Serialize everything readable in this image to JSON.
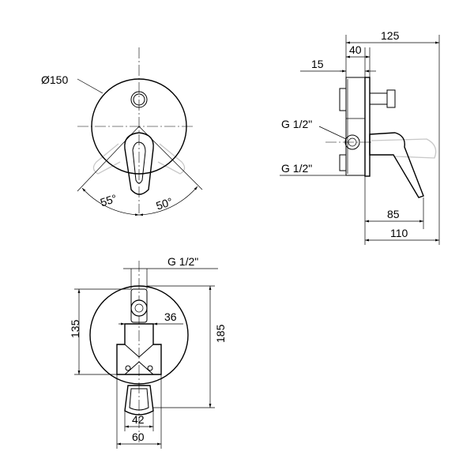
{
  "front_view": {
    "diameter_label": "Ø150",
    "angle_left_label": "55°",
    "angle_right_label": "50°"
  },
  "side_view": {
    "width_total_label": "125",
    "width_40_label": "40",
    "width_15_label": "15",
    "thread_upper_label": "G 1/2\"",
    "thread_lower_label": "G 1/2\"",
    "depth_85_label": "85",
    "depth_110_label": "110"
  },
  "back_view": {
    "thread_top_label": "G 1/2\"",
    "height_135_label": "135",
    "height_185_label": "185",
    "width_36_label": "36",
    "width_42_label": "42",
    "width_60_label": "60"
  }
}
